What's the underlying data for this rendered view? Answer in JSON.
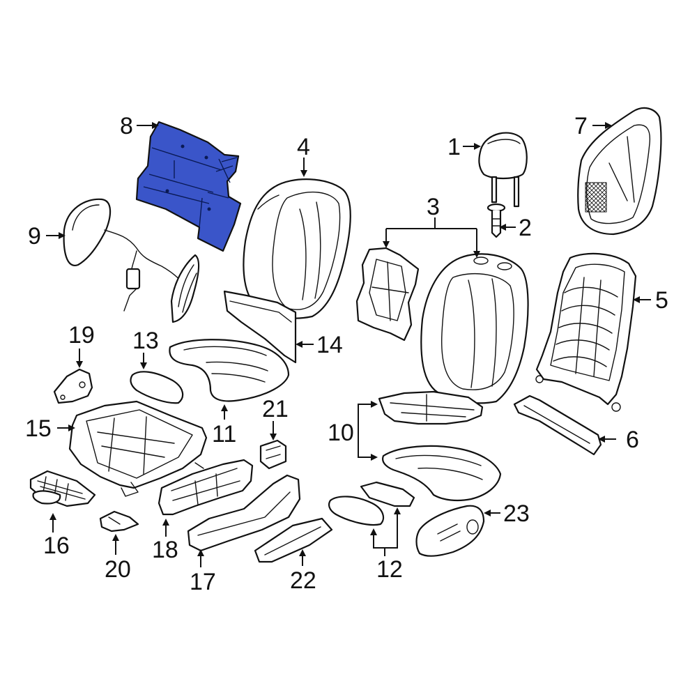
{
  "highlight_color": "#3a55c9",
  "callouts": {
    "c1": "1",
    "c2": "2",
    "c3": "3",
    "c4": "4",
    "c5": "5",
    "c6": "6",
    "c7": "7",
    "c8": "8",
    "c9": "9",
    "c10": "10",
    "c11": "11",
    "c12": "12",
    "c13": "13",
    "c14": "14",
    "c15": "15",
    "c16": "16",
    "c17": "17",
    "c18": "18",
    "c19": "19",
    "c20": "20",
    "c21": "21",
    "c22": "22",
    "c23": "23"
  }
}
